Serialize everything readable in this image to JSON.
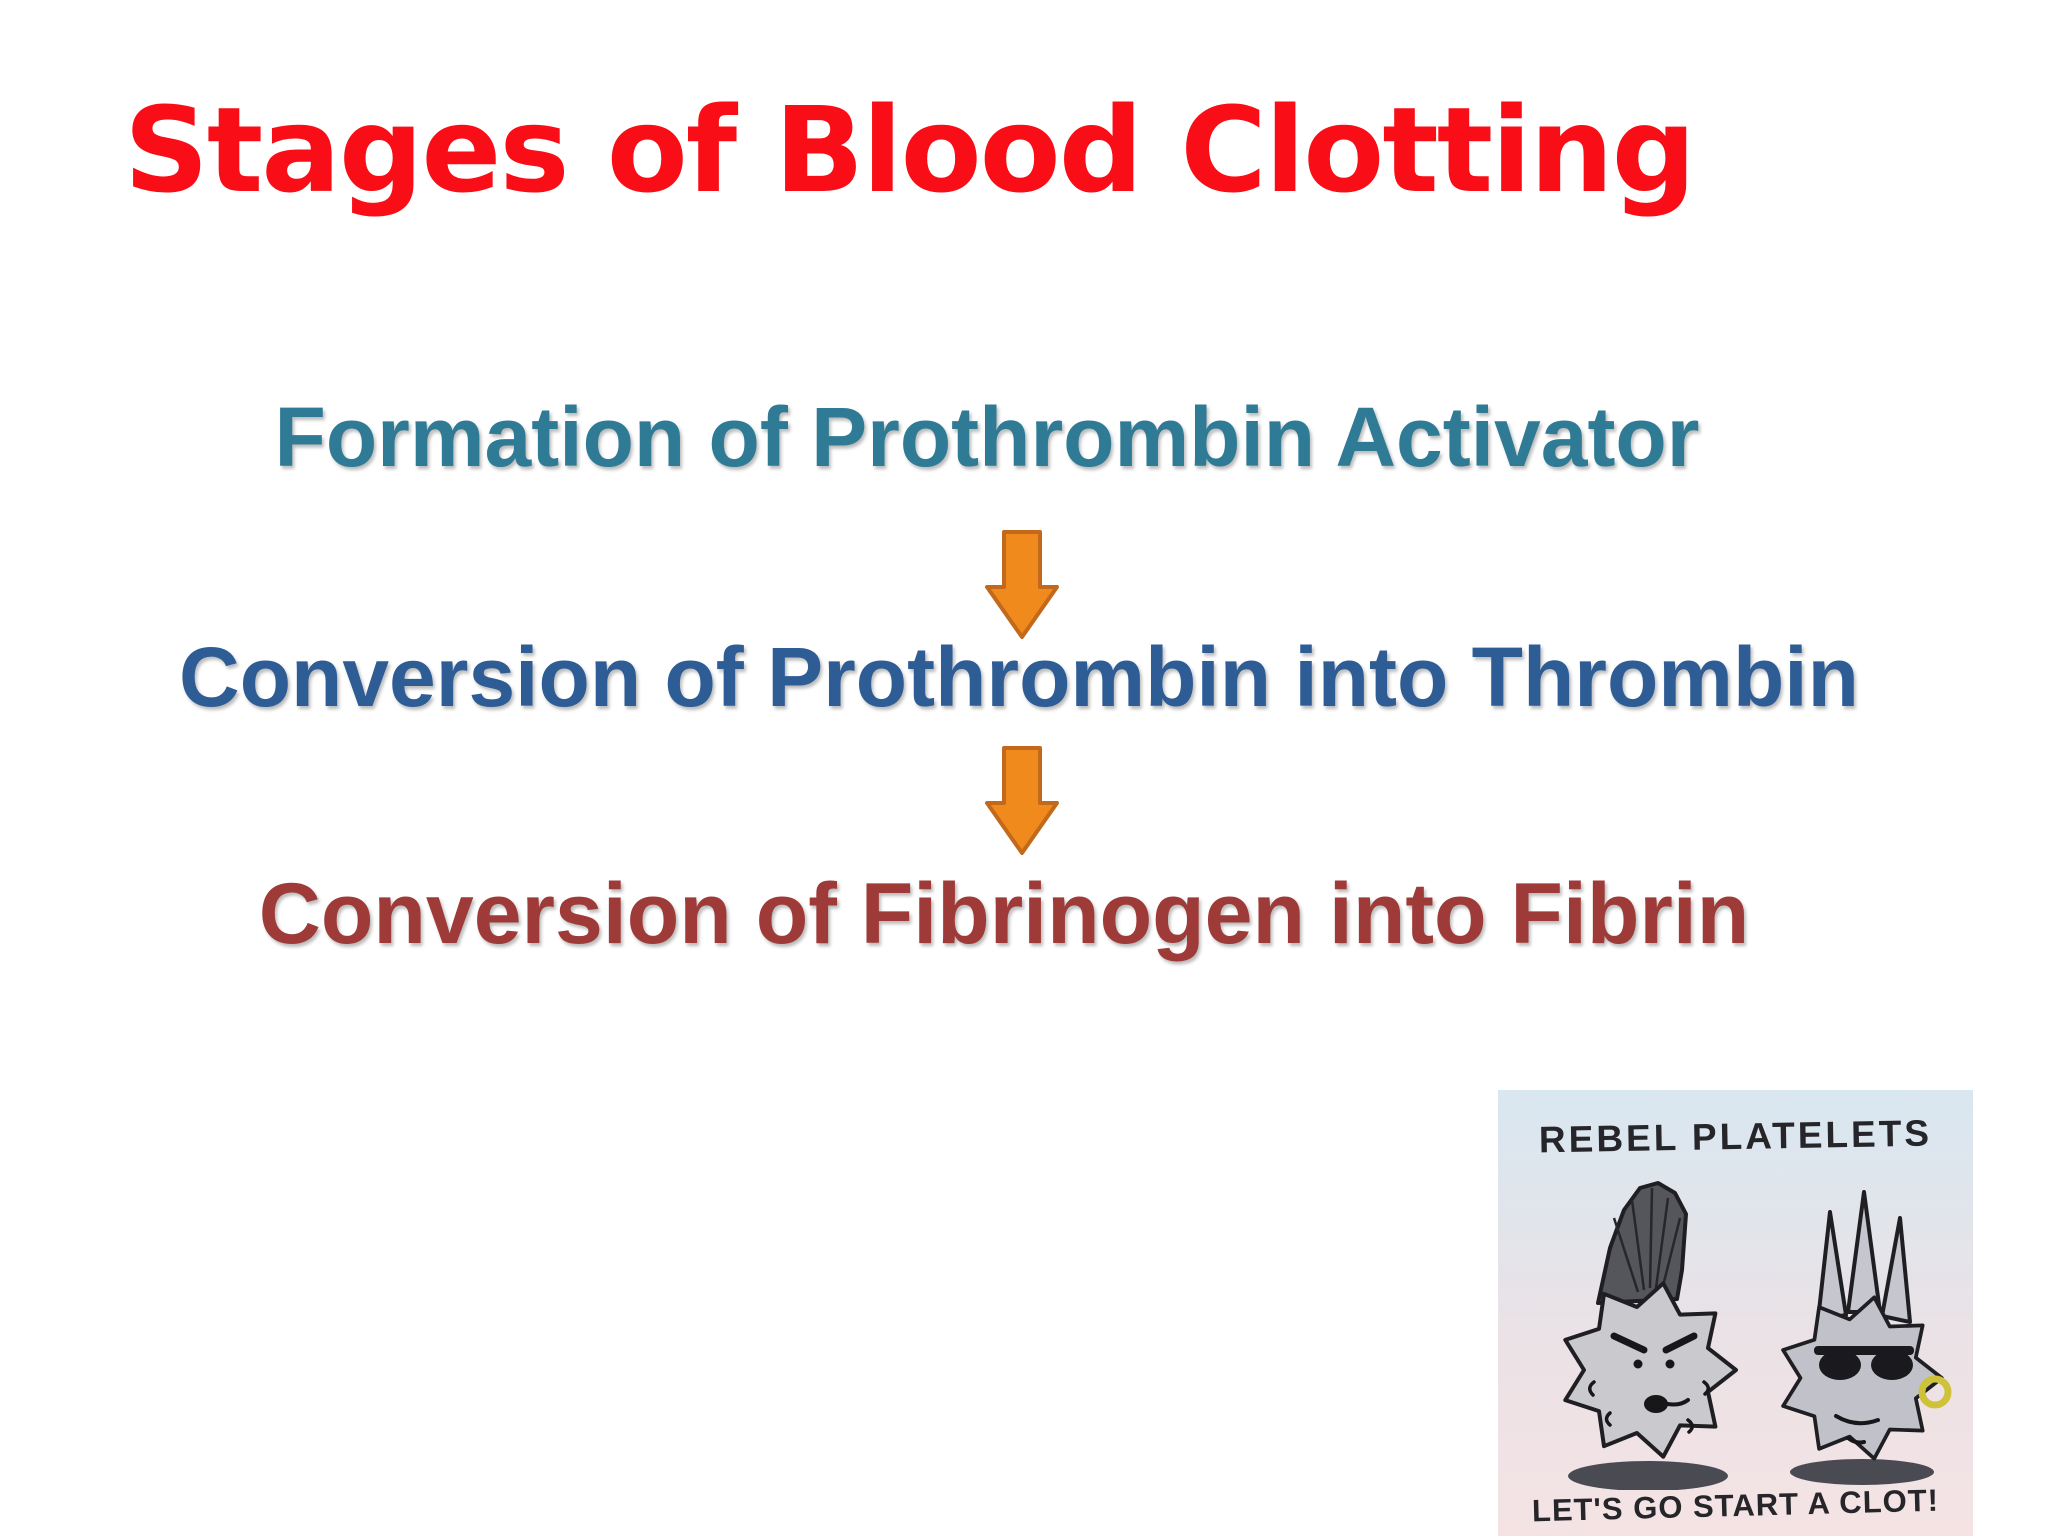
{
  "slide": {
    "title": "Stages of Blood Clotting",
    "stages": [
      {
        "label": "Formation of Prothrombin Activator"
      },
      {
        "label": "Conversion of Prothrombin into Thrombin"
      },
      {
        "label": "Conversion of Fibrinogen into Fibrin"
      }
    ],
    "arrow_icon": "down-block-arrow"
  },
  "cartoon": {
    "heading": "REBEL PLATELETS",
    "caption": "LET'S GO START A CLOT!"
  },
  "colors": {
    "title_red": "#F90D16",
    "stage1_teal": "#2F7B95",
    "stage2_blue": "#2E5C95",
    "stage3_brick": "#9E3B38",
    "arrow_fill": "#F18A1C",
    "arrow_border": "#C2691B",
    "cartoon_bg_top": "#D9E7F0",
    "cartoon_bg_bottom": "#F5E3E4",
    "cartoon_ink": "#26262A"
  }
}
